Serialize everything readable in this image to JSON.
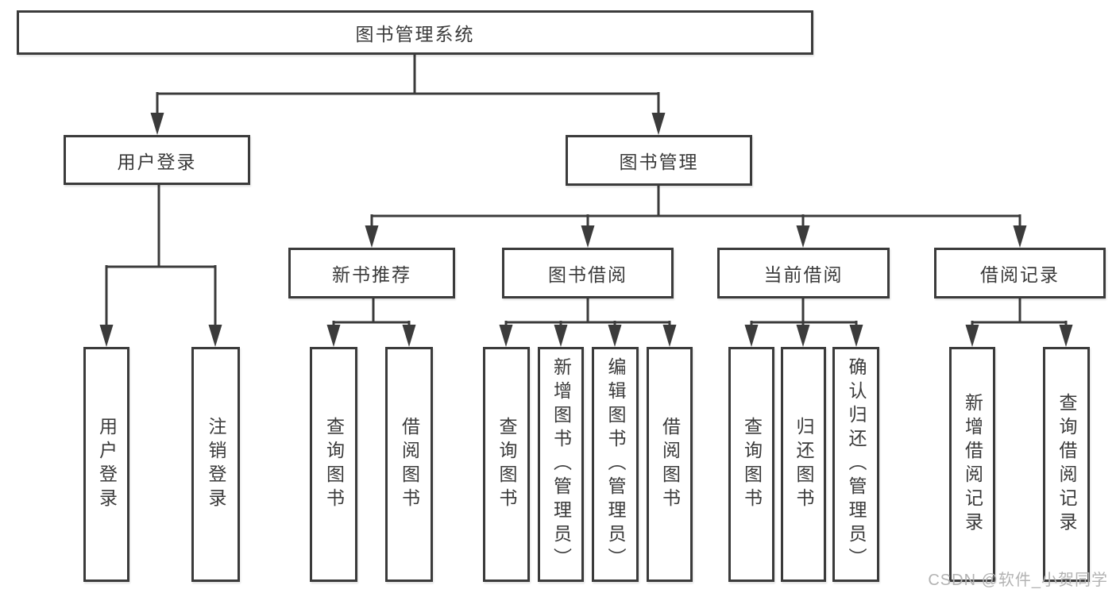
{
  "diagram": {
    "title": "图书管理系统",
    "root": "图书管理系统",
    "level2": {
      "user_login": "用户登录",
      "book_mgmt": "图书管理"
    },
    "level3": {
      "new_book": "新书推荐",
      "book_borrow": "图书借阅",
      "current_borrow": "当前借阅",
      "borrow_record": "借阅记录"
    },
    "leaves": {
      "login": "用户登录",
      "logout": "注销登录",
      "nb_query": "查询图书",
      "nb_borrow": "借阅图书",
      "bb_query": "查询图书",
      "bb_add": "新增图书（管理员）",
      "bb_edit": "编辑图书（管理员）",
      "bb_borrow": "借阅图书",
      "cb_query": "查询图书",
      "cb_return": "归还图书",
      "cb_confirm": "确认归还（管理员）",
      "br_add": "新增借阅记录",
      "br_query": "查询借阅记录"
    },
    "structure": [
      {
        "parent": "图书管理系统",
        "children": [
          "用户登录",
          "图书管理"
        ]
      },
      {
        "parent": "用户登录",
        "children": [
          "用户登录",
          "注销登录"
        ]
      },
      {
        "parent": "图书管理",
        "children": [
          "新书推荐",
          "图书借阅",
          "当前借阅",
          "借阅记录"
        ]
      },
      {
        "parent": "新书推荐",
        "children": [
          "查询图书",
          "借阅图书"
        ]
      },
      {
        "parent": "图书借阅",
        "children": [
          "查询图书",
          "新增图书（管理员）",
          "编辑图书（管理员）",
          "借阅图书"
        ]
      },
      {
        "parent": "当前借阅",
        "children": [
          "查询图书",
          "归还图书",
          "确认归还（管理员）"
        ]
      },
      {
        "parent": "借阅记录",
        "children": [
          "新增借阅记录",
          "查询借阅记录"
        ]
      }
    ],
    "colors": {
      "line": "#3b3b3b",
      "text": "#3a3a3a",
      "background": "#ffffff",
      "watermark": "#b3b3b3"
    }
  },
  "watermark": {
    "text": "CSDN @软件_小贺同学"
  }
}
